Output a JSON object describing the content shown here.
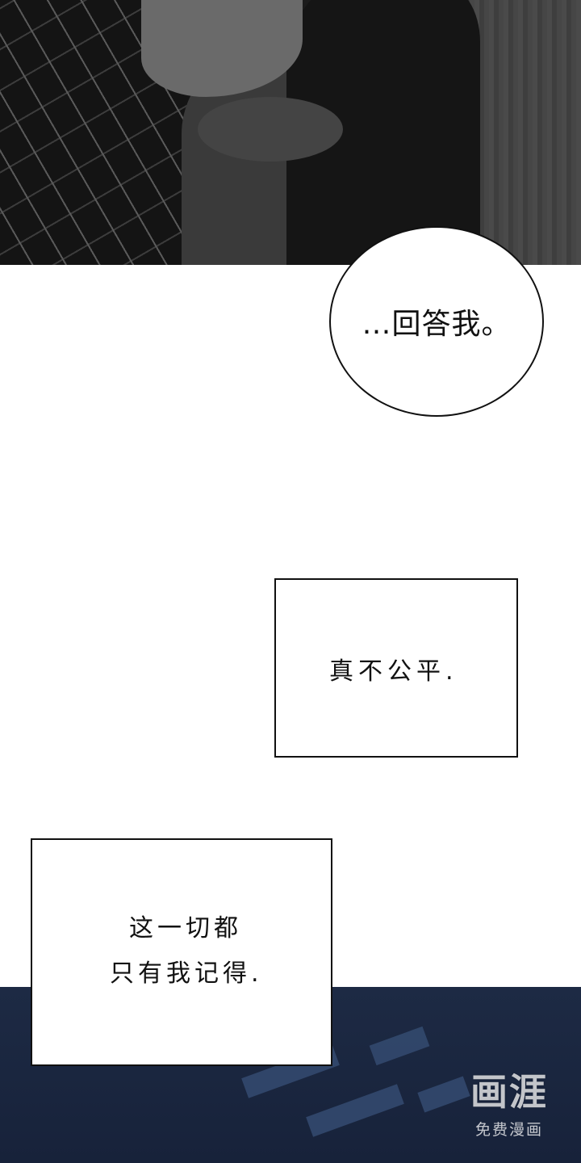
{
  "speech_bubble": {
    "text": "…回答我。"
  },
  "caption_box_1": {
    "text": "真不公平."
  },
  "caption_box_2": {
    "line1": "这一切都",
    "line2": "只有我记得."
  },
  "watermark": {
    "logo_text": "画涯",
    "subtitle": "免费漫画"
  }
}
